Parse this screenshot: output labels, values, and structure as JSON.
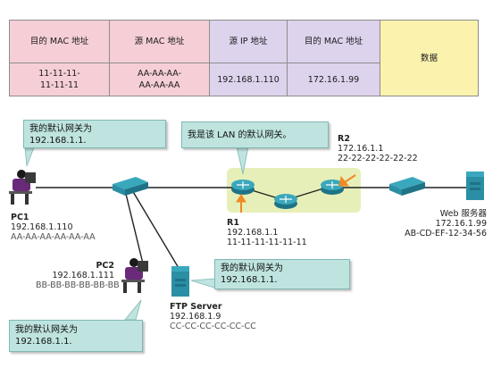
{
  "frame_table": {
    "headers": [
      "目的 MAC 地址",
      "源 MAC 地址",
      "源 IP 地址",
      "目的 MAC 地址",
      "数据"
    ],
    "values": [
      [
        "11-11-11-",
        "11-11-11"
      ],
      [
        "AA-AA-AA-",
        "AA-AA-AA"
      ],
      [
        "192.168.1.110"
      ],
      [
        "172.16.1.99"
      ]
    ]
  },
  "bubbles": {
    "pc1": [
      "我的默认网关为",
      "192.168.1.1."
    ],
    "r1": [
      "我是该 LAN 的默认网关。"
    ],
    "ftp": [
      "我的默认网关为",
      "192.168.1.1."
    ],
    "pc2": [
      "我的默认网关为",
      "192.168.1.1."
    ]
  },
  "devices": {
    "pc1": {
      "name": "PC1",
      "ip": "192.168.1.110",
      "mac": "AA-AA-AA-AA-AA-AA"
    },
    "pc2": {
      "name": "PC2",
      "ip": "192.168.1.111",
      "mac": "BB-BB-BB-BB-BB-BB"
    },
    "ftp": {
      "name": "FTP Server",
      "ip": "192.168.1.9",
      "mac": "CC-CC-CC-CC-CC-CC"
    },
    "r1": {
      "name": "R1",
      "ip": "192.168.1.1",
      "mac": "11-11-11-11-11-11"
    },
    "r2": {
      "name": "R2",
      "ip": "172.16.1.1",
      "mac": "22-22-22-22-22-22"
    },
    "web": {
      "name": "Web 服务器",
      "ip": "172.16.1.99",
      "mac": "AB-CD-EF-12-34-56"
    }
  },
  "colors": {
    "dest_mac": "#f6cfd6",
    "ip": "#ddd3ec",
    "data": "#fbf2ae",
    "bubble": "#bfe4e0",
    "highlight": "#e4edb0",
    "arrow": "#f08a24",
    "device": "#2a8fa4"
  }
}
